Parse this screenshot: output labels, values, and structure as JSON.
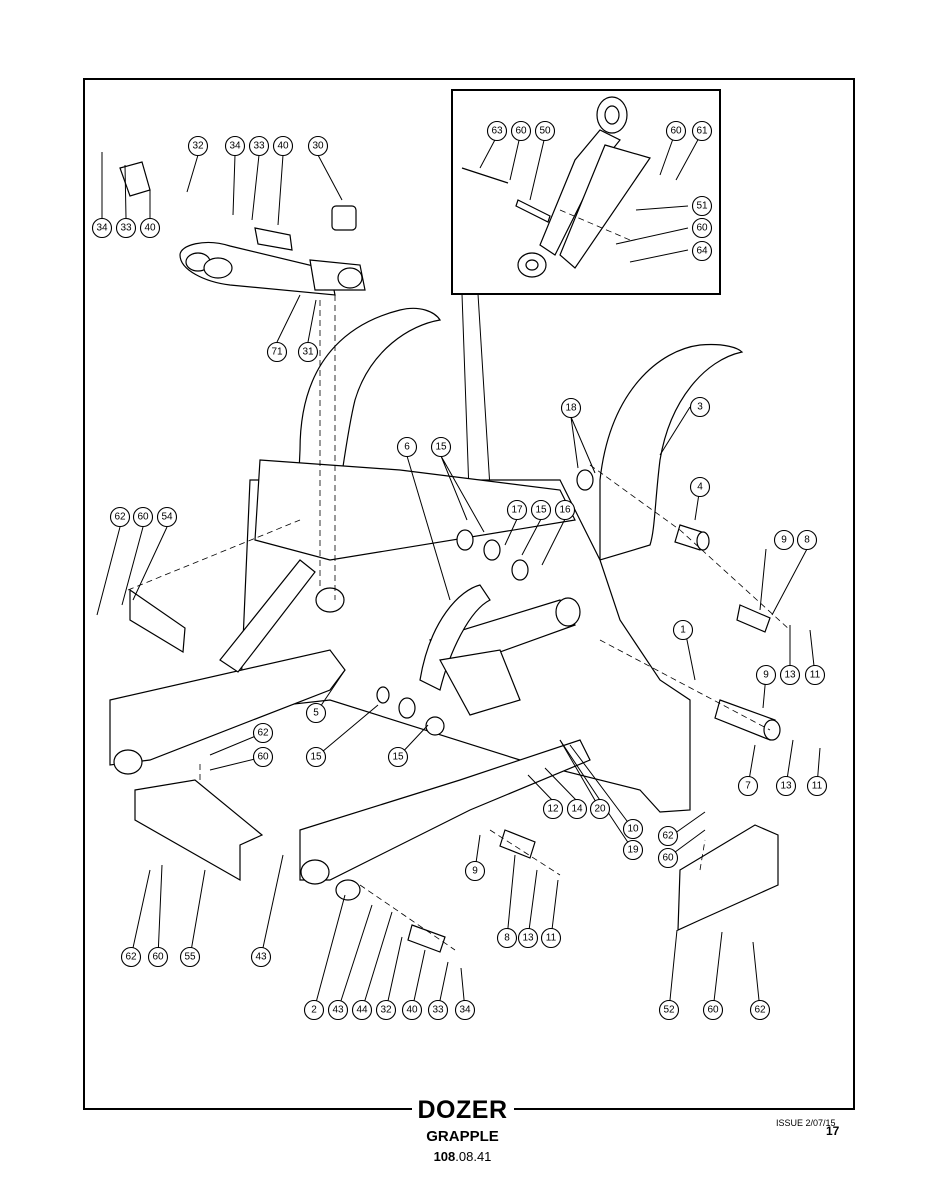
{
  "title": "DOZER",
  "subtitle": "GRAPPLE",
  "code_bold": "108",
  "code_rest": ".08.41",
  "issue": "ISSUE 2/07/15",
  "page_number": "17",
  "callouts": {
    "c63": "63",
    "c60a": "60",
    "c50": "50",
    "c60b": "60",
    "c61": "61",
    "c51": "51",
    "c60c": "60",
    "c64": "64",
    "c32a": "32",
    "c34a": "34",
    "c33a": "33",
    "c40a": "40",
    "c30": "30",
    "c34b": "34",
    "c33b": "33",
    "c40b": "40",
    "c71": "71",
    "c31": "31",
    "c18": "18",
    "c3": "3",
    "c6": "6",
    "c15a": "15",
    "c17": "17",
    "c15b": "15",
    "c16": "16",
    "c4": "4",
    "c62a": "62",
    "c60d": "60",
    "c54": "54",
    "c9a": "9",
    "c8a": "8",
    "c1": "1",
    "c13a": "13",
    "c11a": "11",
    "c9b": "9",
    "c5": "5",
    "c62b": "62",
    "c60e": "60",
    "c15c": "15",
    "c15d": "15",
    "c12": "12",
    "c14": "14",
    "c20": "20",
    "c7": "7",
    "c13b": "13",
    "c11b": "11",
    "c10": "10",
    "c19": "19",
    "c62c": "62",
    "c60f": "60",
    "c9c": "9",
    "c62d": "62",
    "c60g": "60",
    "c55": "55",
    "c43a": "43",
    "c8b": "8",
    "c13c": "13",
    "c11c": "11",
    "c2": "2",
    "c43b": "43",
    "c44": "44",
    "c32b": "32",
    "c40c": "40",
    "c33c": "33",
    "c34c": "34",
    "c52": "52",
    "c60h": "60",
    "c62e": "62"
  }
}
